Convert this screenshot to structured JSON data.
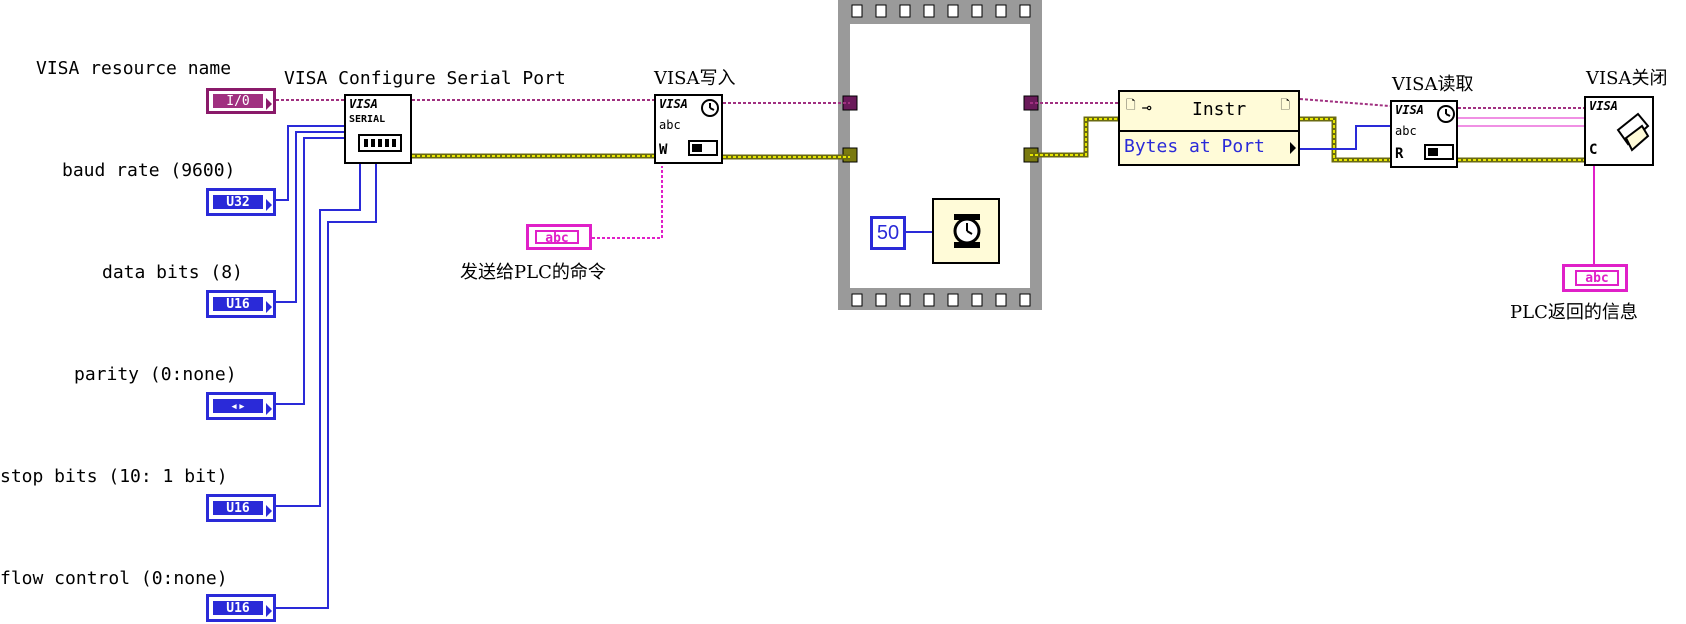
{
  "inputs": {
    "visa_resource_name": {
      "label": "VISA resource name",
      "tag": "I/0"
    },
    "baud_rate": {
      "label": "baud rate (9600)",
      "tag": "U32"
    },
    "data_bits": {
      "label": "data bits (8)",
      "tag": "U16"
    },
    "parity": {
      "label": "parity (0:none)",
      "tag": "◂▸"
    },
    "stop_bits": {
      "label": "stop bits (10: 1 bit)",
      "tag": "U16"
    },
    "flow_control": {
      "label": "flow control (0:none)",
      "tag": "U16"
    }
  },
  "nodes": {
    "configure": {
      "label": "VISA Configure Serial Port",
      "tag": "VISA",
      "sub": "SERIAL"
    },
    "write": {
      "label": "VISA写入",
      "tag": "VISA",
      "sub": "abc",
      "mode": "W"
    },
    "read": {
      "label": "VISA读取",
      "tag": "VISA",
      "sub": "abc",
      "mode": "R"
    },
    "close": {
      "label": "VISA关闭",
      "tag": "VISA",
      "mode": "C"
    },
    "property": {
      "title": "Instr",
      "property": "Bytes at Port"
    }
  },
  "constants": {
    "command": {
      "label": "发送给PLC的命令",
      "tag": "abc"
    },
    "wait_ms": {
      "value": "50"
    }
  },
  "outputs": {
    "plc_reply": {
      "label": "PLC返回的信息",
      "tag": "abc"
    }
  },
  "colors": {
    "visa_wire": "#a03080",
    "error_wire": "#c8c800",
    "numeric_wire": "#2a2ad8",
    "string_wire": "#e020c8",
    "frame": "#9a9a9a"
  }
}
